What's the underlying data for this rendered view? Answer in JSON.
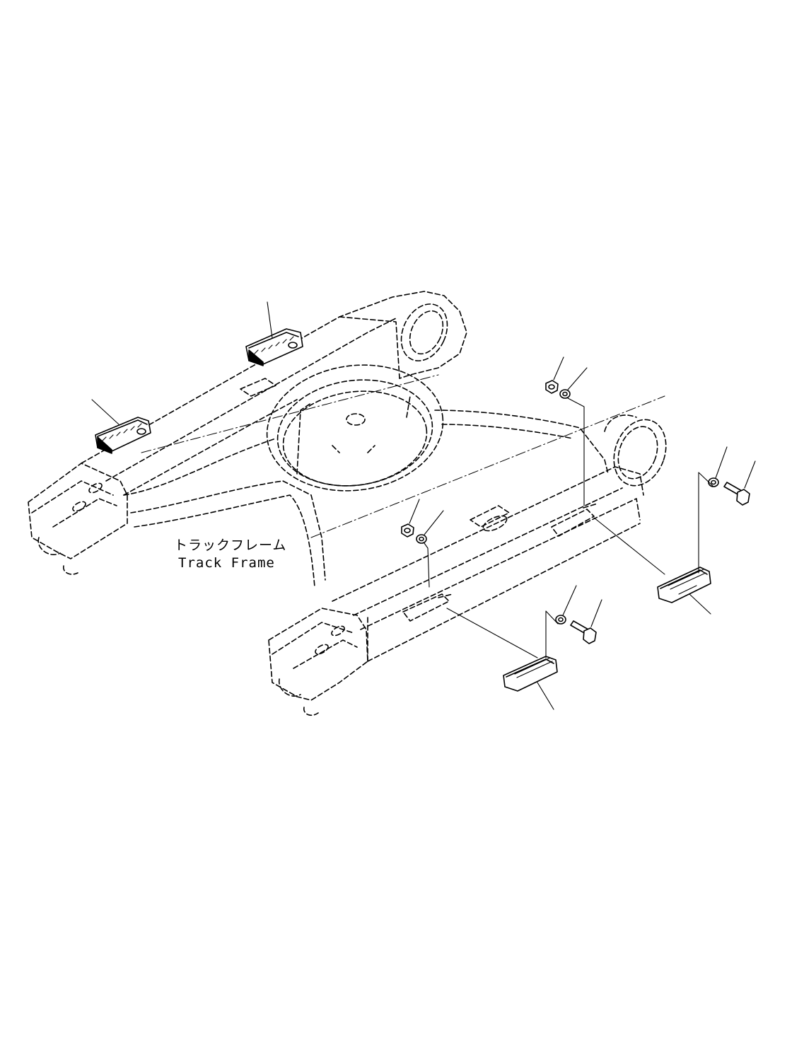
{
  "frame_label": {
    "japanese": "トラックフレーム",
    "english": "Track Frame"
  },
  "parts": [
    {
      "name": "step-upper-left",
      "icon": "step-icon"
    },
    {
      "name": "step-upper-center",
      "icon": "step-icon"
    },
    {
      "name": "step-lower-right",
      "icon": "step-icon"
    },
    {
      "name": "step-lower-center",
      "icon": "step-icon"
    },
    {
      "name": "bolt",
      "icon": "bolt-icon"
    },
    {
      "name": "washer",
      "icon": "washer-icon"
    },
    {
      "name": "nut",
      "icon": "nut-icon"
    }
  ],
  "colors": {
    "line": "#000000",
    "background": "#ffffff"
  }
}
